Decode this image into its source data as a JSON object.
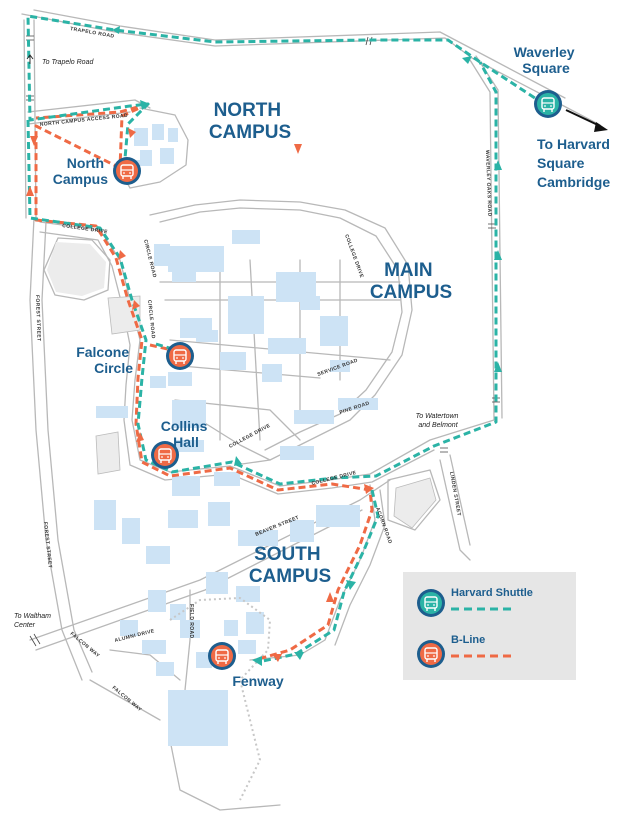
{
  "areas": {
    "north": [
      "NORTH",
      "CAMPUS"
    ],
    "main": [
      "MAIN",
      "CAMPUS"
    ],
    "south": [
      "SOUTH",
      "CAMPUS"
    ]
  },
  "stops": {
    "north_campus": [
      "North",
      "Campus"
    ],
    "falcone_circle": [
      "Falcone",
      "Circle"
    ],
    "collins_hall": [
      "Collins",
      "Hall"
    ],
    "fenway": [
      "Fenway"
    ],
    "waverley_square": [
      "Waverley",
      "Square"
    ]
  },
  "destinations": {
    "harvard": [
      "To Harvard",
      "Square",
      "Cambridge"
    ],
    "trapelo": "To Trapelo Road",
    "watertown": [
      "To Watertown",
      "and Belmont"
    ],
    "waltham": [
      "To Waltham",
      "Center"
    ]
  },
  "roads": {
    "trapelo": "TRAPELO ROAD",
    "north_campus_access": "NORTH CAMPUS ACCESS ROAD",
    "college_drive_n": "COLLEGE DRIVE",
    "college_drive_main": "COLLEGE DRIVE",
    "college_drive_s": "COLLEGE DRIVE",
    "college_drive_e": "COLLEGE DRIVE",
    "forest_n": "FOREST STREET",
    "forest_s": "FOREST STREET",
    "waverley_oaks": "WAVERLEY OAKS ROAD",
    "circle_road": "CIRCLE ROAD",
    "service_road": "SERVICE ROAD",
    "pine_road": "PINE ROAD",
    "beaver_street": "BEAVER STREET",
    "lindon_street": "LINDEN STREET",
    "acorn_road": "ACORN ROAD",
    "field_road": "FIELD ROAD",
    "alumni_drive": "ALUMNI DRIVE",
    "falcon_way_a": "FALCON WAY",
    "falcon_way_b": "FALCON WAY",
    "circle_road_w": "CIRCLE ROAD"
  },
  "legend": {
    "harvard_shuttle": "Harvard Shuttle",
    "b_line": "B-Line"
  },
  "colors": {
    "shuttle": "#2bb3a6",
    "bline": "#ef6a45",
    "brand": "#1d5e8e",
    "building": "#cde3f5",
    "road_outline": "#bdbdbd",
    "legend_bg": "#e6e6e6"
  },
  "icons": {
    "stop_marker": "bus-icon"
  }
}
